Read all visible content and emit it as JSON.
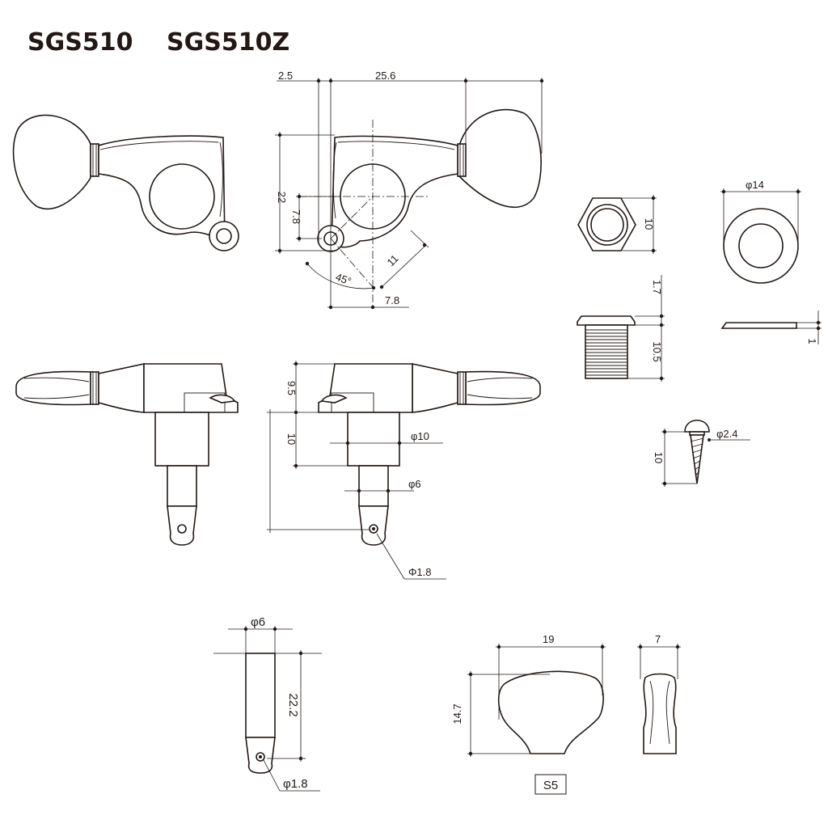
{
  "title": {
    "model_a": "SGS510",
    "model_b": "SGS510Z"
  },
  "dims": {
    "top_offset": "2.5",
    "top_width": "25.6",
    "height_22": "22",
    "post_offset": "7.8",
    "angle": "45°",
    "diag": "11",
    "bottom_offset": "7.8",
    "nut_height": "10",
    "washer_dia": "φ14",
    "bush_head": "1.7",
    "bush_thread": "10.5",
    "washer_thick": "1",
    "screw_dia": "φ2.4",
    "screw_len": "10",
    "side_top": "9.5",
    "side_mid": "10",
    "post_base_dia": "φ10",
    "post_dia": "φ6",
    "hole_dia": "Φ1.8",
    "post_detail_dia": "φ6",
    "post_detail_len": "22.2",
    "post_detail_hole": "φ1.8",
    "button_width": "19",
    "button_height": "14.7",
    "button_side": "7",
    "button_model": "S5"
  },
  "colors": {
    "ink": "#231815",
    "paper": "#ffffff"
  }
}
